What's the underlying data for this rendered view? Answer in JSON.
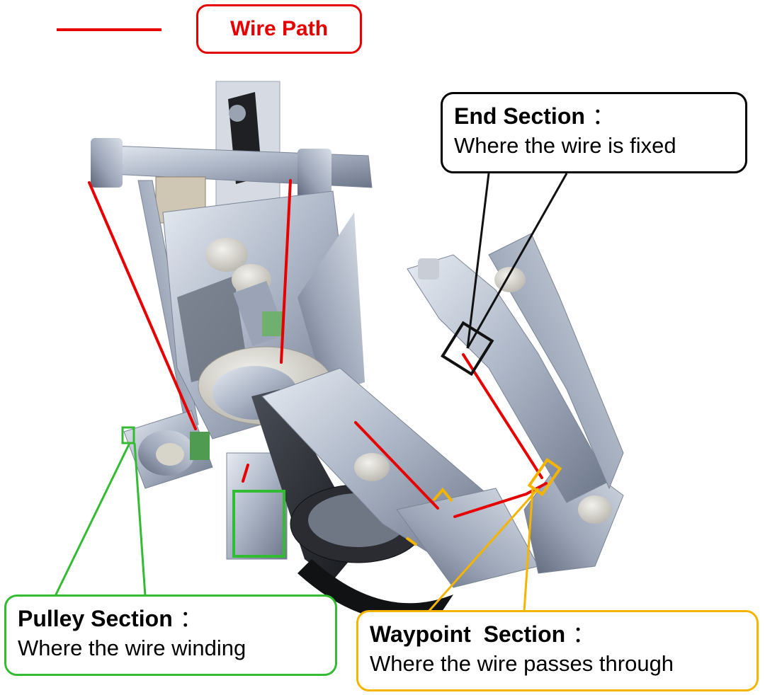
{
  "legend": {
    "label": "Wire Path",
    "color": "#e60000"
  },
  "callouts": {
    "end": {
      "title": "End Section",
      "colon": "：",
      "desc": "Where the wire is fixed",
      "color": "#000000"
    },
    "pulley": {
      "title": "Pulley Section",
      "colon": "：",
      "desc": "Where the wire winding",
      "color": "#33bb33"
    },
    "waypoint": {
      "title": "Waypoint  Section",
      "colon": "：",
      "desc": "Where the wire passes through",
      "color": "#f5b400"
    }
  }
}
